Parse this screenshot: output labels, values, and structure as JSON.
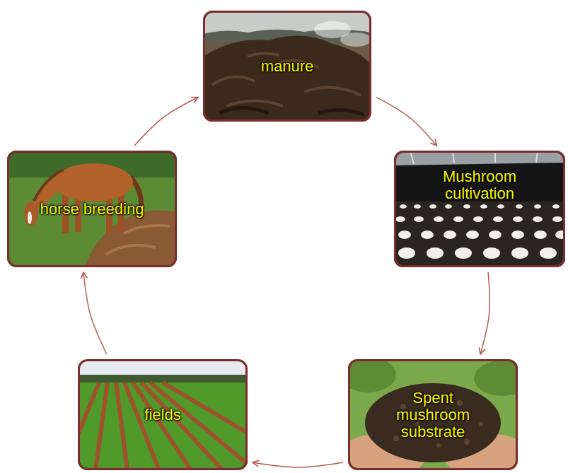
{
  "diagram": {
    "nodes": [
      {
        "text": [
          "manure"
        ]
      },
      {
        "text": [
          "horse breeding"
        ]
      },
      {
        "text": [
          "Mushroom cultivation"
        ]
      },
      {
        "text": [
          "fields"
        ]
      },
      {
        "text": [
          "Spent mushroom substrate"
        ]
      }
    ],
    "edges": [
      {
        "from": 1,
        "to": 0,
        "arrow": "to"
      },
      {
        "from": 0,
        "to": 2,
        "arrow": "to"
      },
      {
        "from": 2,
        "to": 4,
        "arrow": "to"
      },
      {
        "from": 4,
        "to": 3,
        "arrow": "to"
      },
      {
        "from": 3,
        "to": 1,
        "arrow": "to"
      }
    ]
  }
}
